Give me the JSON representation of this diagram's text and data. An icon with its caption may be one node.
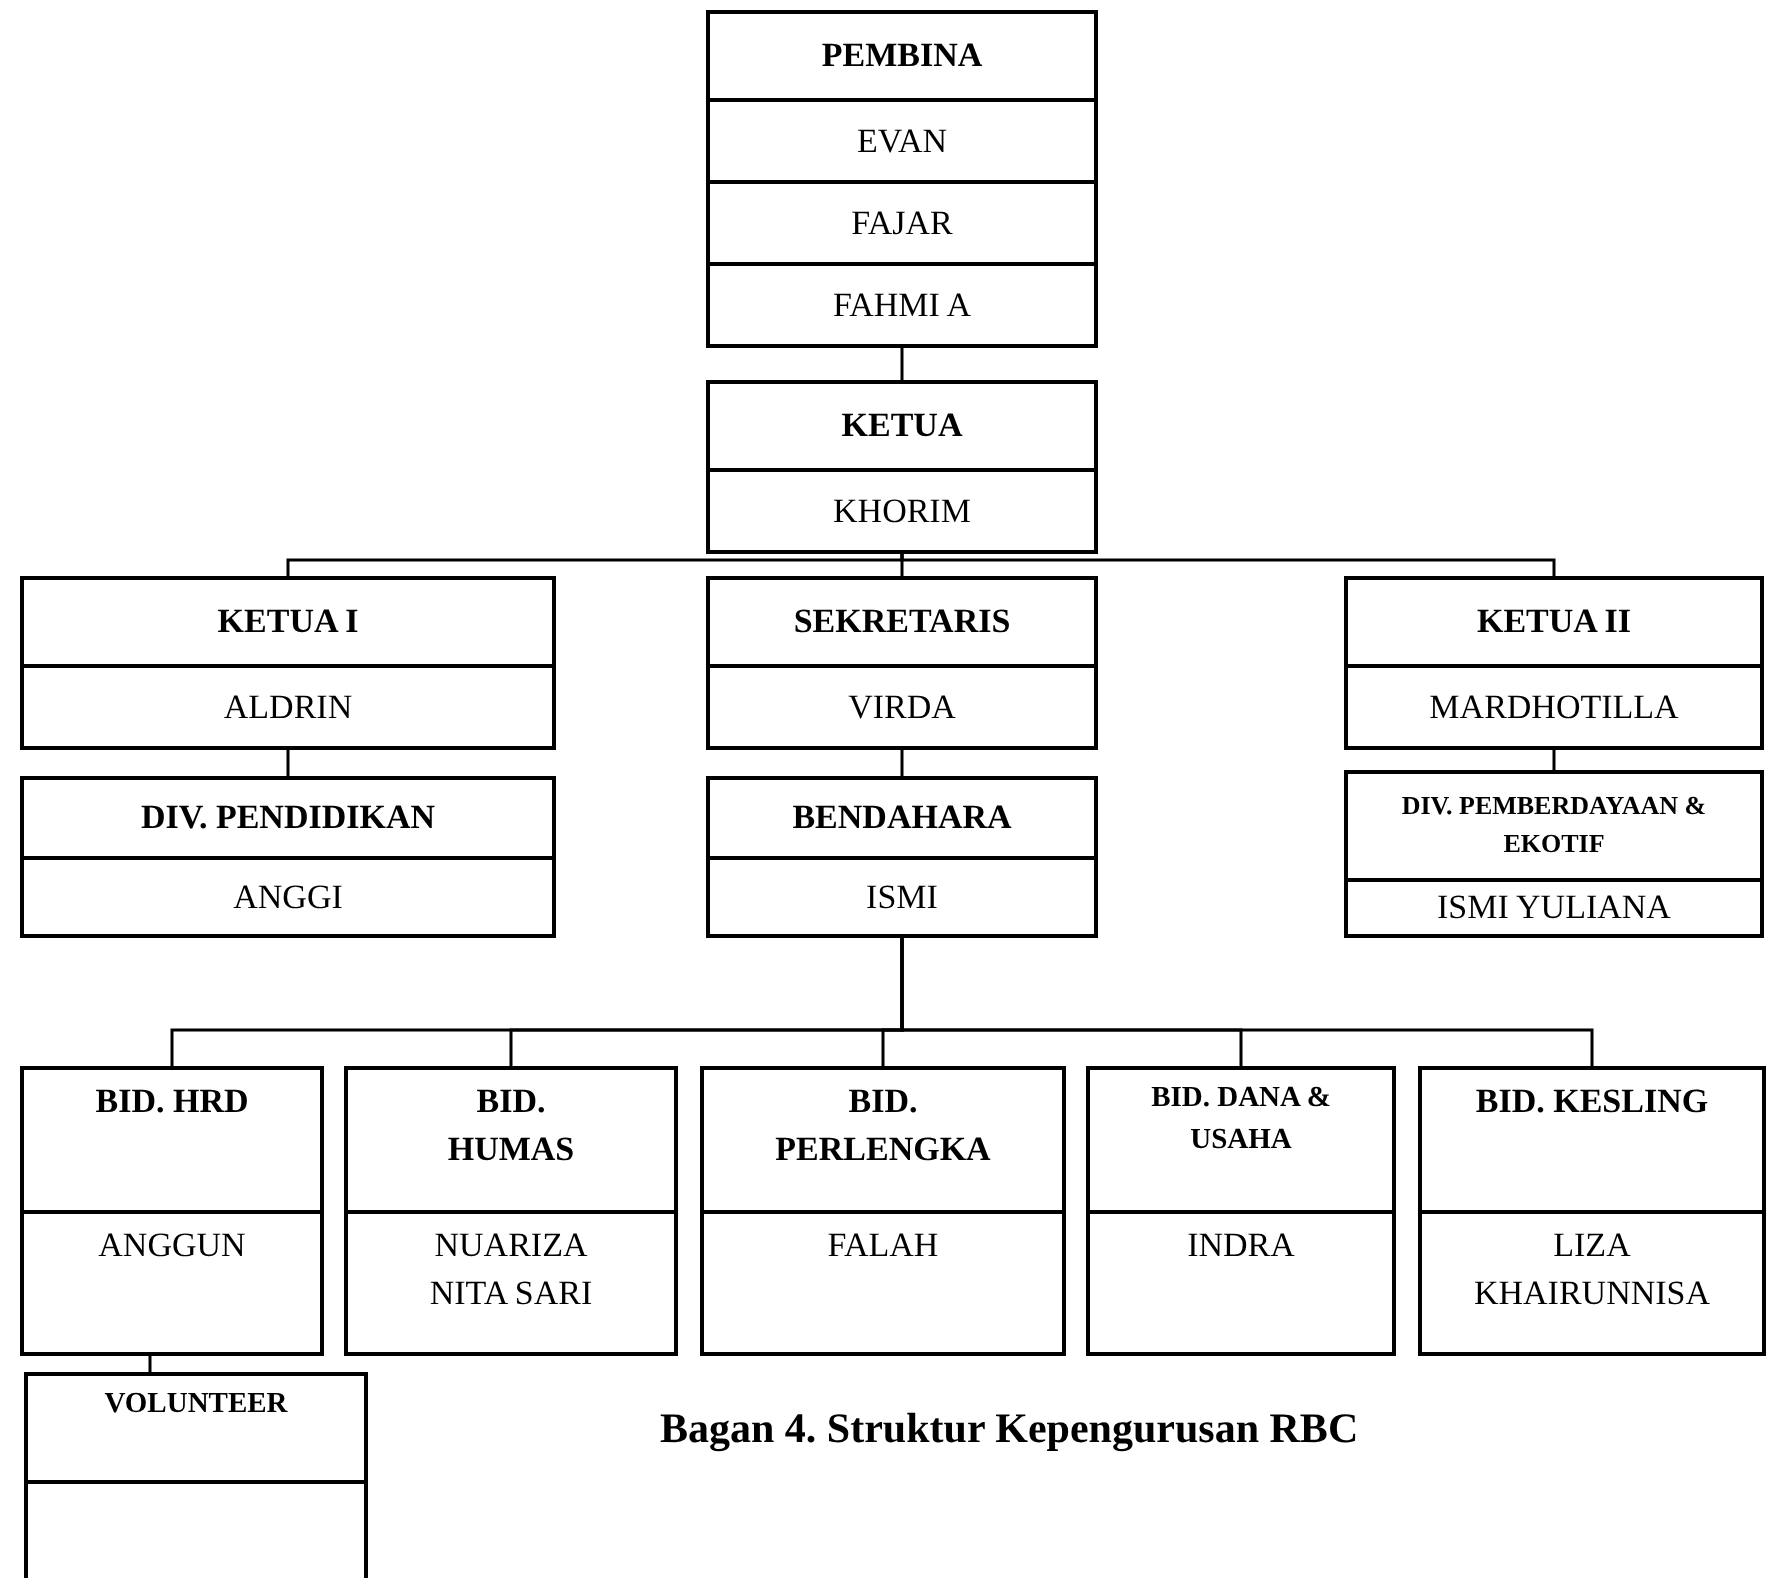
{
  "diagram": {
    "caption": "Bagan 4. Struktur Kepengurusan RBC",
    "nodes": [
      {
        "text": [
          "PEMBINA",
          "EVAN",
          "FAJAR",
          "FAHMI A"
        ]
      },
      {
        "text": [
          "KETUA",
          "KHORIM"
        ]
      },
      {
        "text": [
          "KETUA I",
          "ALDRIN"
        ]
      },
      {
        "text": [
          "SEKRETARIS",
          "VIRDA"
        ]
      },
      {
        "text": [
          "KETUA II",
          "MARDHOTILLA"
        ]
      },
      {
        "text": [
          "DIV. PENDIDIKAN",
          "ANGGI"
        ]
      },
      {
        "text": [
          "BENDAHARA",
          "ISMI"
        ]
      },
      {
        "text": [
          "DIV. PEMBERDAYAAN & EKOTIF",
          "ISMI YULIANA"
        ]
      },
      {
        "text": [
          "BID. HRD",
          "ANGGUN"
        ]
      },
      {
        "text": [
          "BID. HUMAS",
          "NUARIZA NITA SARI"
        ]
      },
      {
        "text": [
          "BID. PERLENGKA",
          "FALAH"
        ]
      },
      {
        "text": [
          "BID. DANA & USAHA",
          "INDRA"
        ]
      },
      {
        "text": [
          "BID. KESLING",
          "LIZA KHAIRUNNISA"
        ]
      },
      {
        "text": [
          "VOLUNTEER"
        ]
      }
    ],
    "edges": [
      {
        "from": 0,
        "to": 1,
        "arrow": "none"
      },
      {
        "from": 1,
        "to": 2,
        "arrow": "none"
      },
      {
        "from": 1,
        "to": 3,
        "arrow": "none"
      },
      {
        "from": 1,
        "to": 4,
        "arrow": "none"
      },
      {
        "from": 2,
        "to": 5,
        "arrow": "none"
      },
      {
        "from": 3,
        "to": 6,
        "arrow": "none"
      },
      {
        "from": 4,
        "to": 7,
        "arrow": "none"
      },
      {
        "from": 6,
        "to": 8,
        "arrow": "none"
      },
      {
        "from": 6,
        "to": 9,
        "arrow": "none"
      },
      {
        "from": 6,
        "to": 10,
        "arrow": "none"
      },
      {
        "from": 6,
        "to": 11,
        "arrow": "none"
      },
      {
        "from": 6,
        "to": 12,
        "arrow": "none"
      },
      {
        "from": 8,
        "to": 13,
        "arrow": "none"
      }
    ]
  }
}
